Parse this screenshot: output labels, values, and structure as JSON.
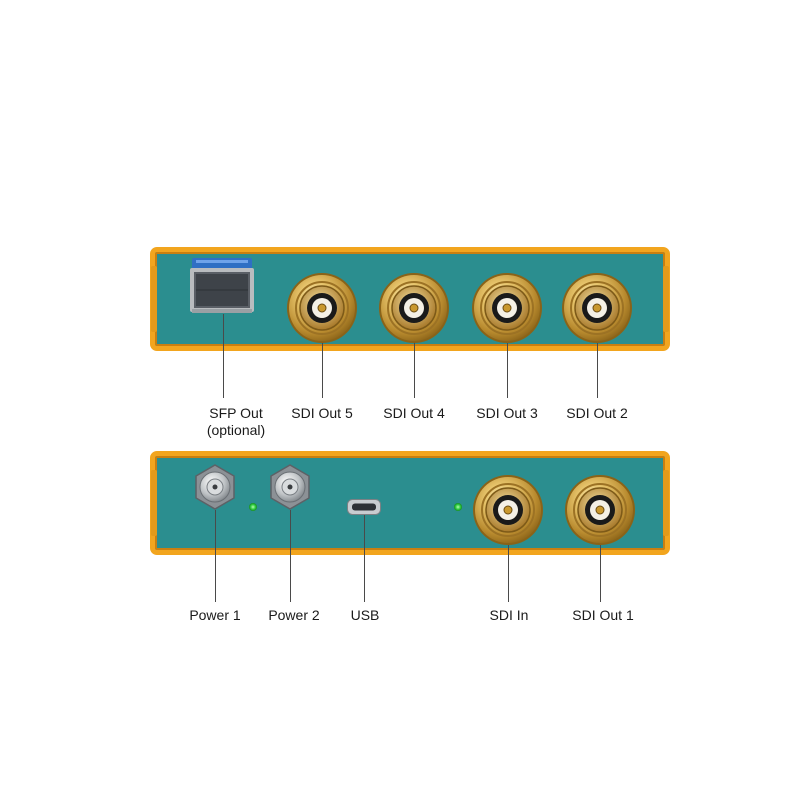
{
  "colors": {
    "panel_fill": "#2b8e8f",
    "panel_border": "#f2a51e",
    "connector_gold": "#d4a84a",
    "led_green": "#2ecc40",
    "sfp_blue": "#2f6fc4"
  },
  "top_panel": {
    "ports": [
      {
        "label": "SFP Out\n(optional)",
        "icon": "sfp-cage-icon"
      },
      {
        "label": "SDI Out 5",
        "icon": "bnc-connector-icon"
      },
      {
        "label": "SDI Out 4",
        "icon": "bnc-connector-icon"
      },
      {
        "label": "SDI Out 3",
        "icon": "bnc-connector-icon"
      },
      {
        "label": "SDI Out 2",
        "icon": "bnc-connector-icon"
      }
    ]
  },
  "bottom_panel": {
    "ports": [
      {
        "label": "Power 1",
        "icon": "dc-power-jack-icon"
      },
      {
        "label": "Power 2",
        "icon": "dc-power-jack-icon"
      },
      {
        "label": "USB",
        "icon": "usb-port-icon"
      },
      {
        "label": "SDI In",
        "icon": "bnc-connector-icon"
      },
      {
        "label": "SDI Out 1",
        "icon": "bnc-connector-icon"
      }
    ],
    "leds": [
      {
        "icon": "power-led-icon"
      },
      {
        "icon": "signal-led-icon"
      }
    ]
  }
}
